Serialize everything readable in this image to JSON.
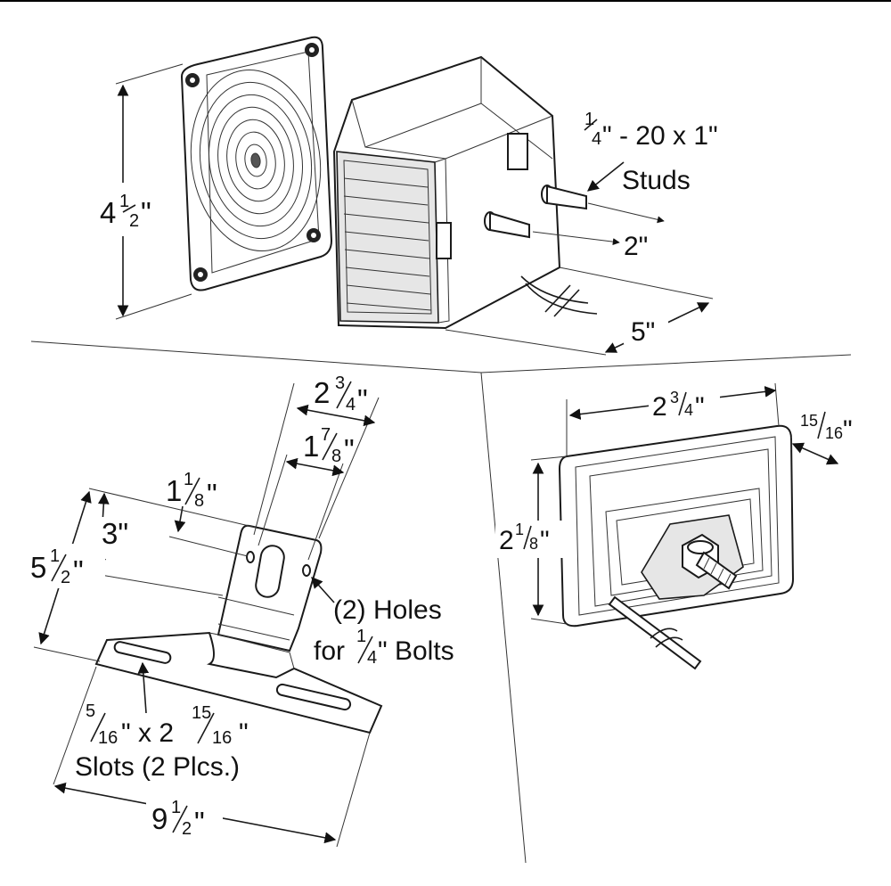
{
  "dims": {
    "lens_height": {
      "whole": "4",
      "num": "1",
      "den": "2",
      "mark": "\""
    },
    "stud_spec": {
      "num": "1",
      "den": "4",
      "text": "\" - 20 x 1\""
    },
    "studs_label": "Studs",
    "stud_length": "2\"",
    "housing_depth": "5\"",
    "bracket_top_width": {
      "whole": "2",
      "num": "3",
      "den": "4",
      "mark": "\""
    },
    "bracket_hole_spacing": {
      "whole": "1",
      "num": "7",
      "den": "8",
      "mark": "\""
    },
    "bracket_offset": {
      "whole": "1",
      "num": "1",
      "den": "8",
      "mark": "\""
    },
    "bracket_3": "3\"",
    "bracket_height": {
      "whole": "5",
      "num": "1",
      "den": "2",
      "mark": "\""
    },
    "holes_line1": "(2) Holes",
    "holes_line2_pre": "for ",
    "holes_frac": {
      "num": "1",
      "den": "4"
    },
    "holes_line2_post": "\" Bolts",
    "slot_size": {
      "num1": "5",
      "den1": "16",
      "mid": "\" x 2",
      "num2": "15",
      "den2": "16",
      "mark": "\""
    },
    "slots_label": "Slots (2 Plcs.)",
    "bracket_width": {
      "whole": "9",
      "num": "1",
      "den": "2",
      "mark": "\""
    },
    "light_width": {
      "whole": "2",
      "num": "3",
      "den": "4",
      "mark": "\""
    },
    "light_depth": {
      "num": "15",
      "den": "16",
      "mark": "\""
    },
    "light_height": {
      "whole": "2",
      "num": "1",
      "den": "8",
      "mark": "\""
    }
  }
}
